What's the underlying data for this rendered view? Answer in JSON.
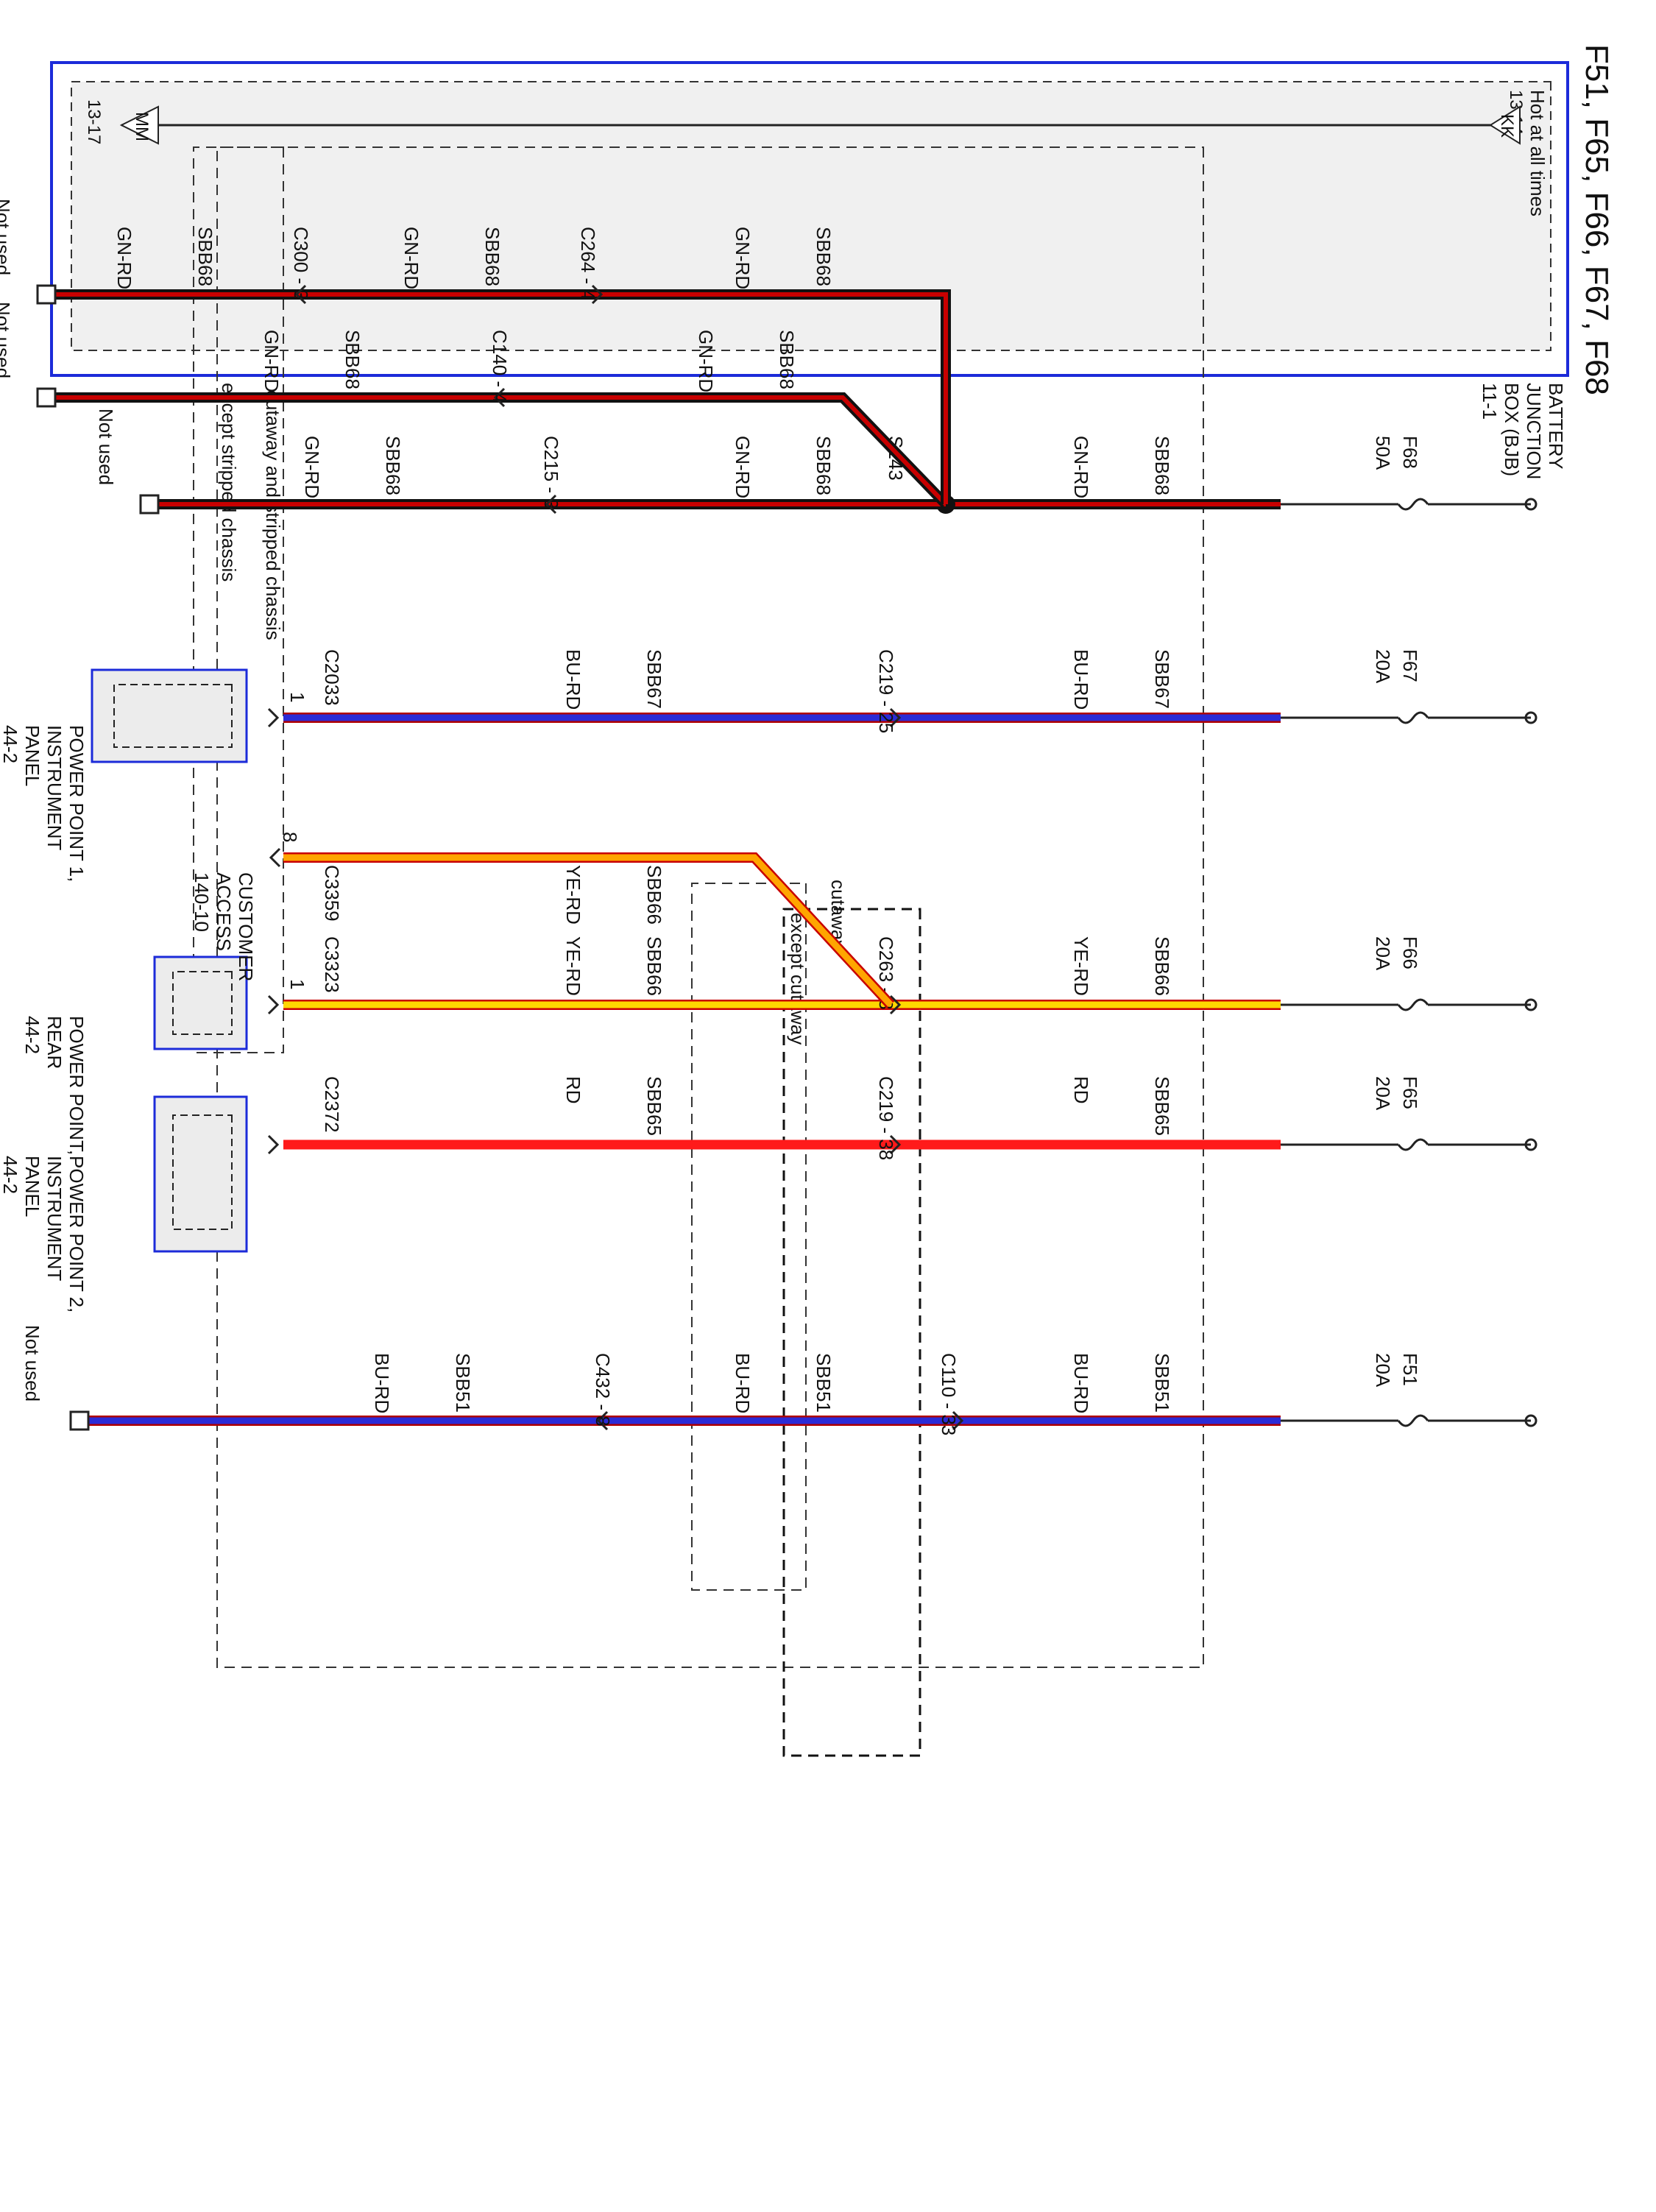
{
  "title": "F51, F65, F66, F67, F68",
  "bjb": {
    "lines": [
      "BATTERY",
      "JUNCTION",
      "BOX (BJB)",
      "11-1"
    ],
    "hot_label": "Hot at all times",
    "hot_ref": [
      "13-14",
      "KK"
    ],
    "ground_ref": [
      "13-17",
      "MM"
    ]
  },
  "fuses": [
    {
      "id": "F51",
      "amps": "20A"
    },
    {
      "id": "F65",
      "amps": "20A"
    },
    {
      "id": "F66",
      "amps": "20A"
    },
    {
      "id": "F67",
      "amps": "20A"
    },
    {
      "id": "F68",
      "amps": "50A"
    }
  ],
  "regions": {
    "cutaway_stripped": "cutaway and stripped chassis",
    "except_stripped": "except stripped chassis",
    "except_cutaway": "except cutaway",
    "cutaway": "cutaway"
  },
  "wire_colors": {
    "BU-RD": [
      "#2b2bd6",
      "#b00000"
    ],
    "RD": [
      "#ff1a1a",
      "#ff1a1a"
    ],
    "YE-RD": [
      "#ffd700",
      "#c80000"
    ],
    "GN-RD": [
      "#111111",
      "#c80000"
    ]
  },
  "circuits": {
    "sbb51": {
      "circuit": "SBB51",
      "color": "BU-RD"
    },
    "sbb65": {
      "circuit": "SBB65",
      "color": "RD"
    },
    "sbb66": {
      "circuit": "SBB66",
      "color": "YE-RD"
    },
    "sbb67": {
      "circuit": "SBB67",
      "color": "BU-RD"
    },
    "sbb68": {
      "circuit": "SBB68",
      "color": "GN-RD"
    }
  },
  "connectors": {
    "c110": "C110 - 33",
    "c432": "C432 - 8",
    "c219_38": "C219 - 38",
    "c263": "C263 - 8",
    "c219_25": "C219 - 25",
    "s143": "S143",
    "c215": "C215 - 3",
    "c140": "C140 - 4",
    "c264": "C264 - 4",
    "c300": "C300 - 3",
    "c2372": "C2372",
    "c3323": "C3323",
    "c3359": "C3359",
    "c2033": "C2033"
  },
  "pins": {
    "c3323": "1",
    "c3359": "8",
    "c2033": "1"
  },
  "components": {
    "pp2": [
      "POWER POINT 2,",
      "INSTRUMENT",
      "PANEL",
      "44-2"
    ],
    "ppr": [
      "POWER POINT,",
      "REAR",
      "44-2"
    ],
    "ca": [
      "CUSTOMER",
      "ACCESS",
      "140-10"
    ],
    "pp1": [
      "POWER POINT 1,",
      "INSTRUMENT",
      "PANEL",
      "44-2"
    ]
  },
  "not_used": "Not used"
}
